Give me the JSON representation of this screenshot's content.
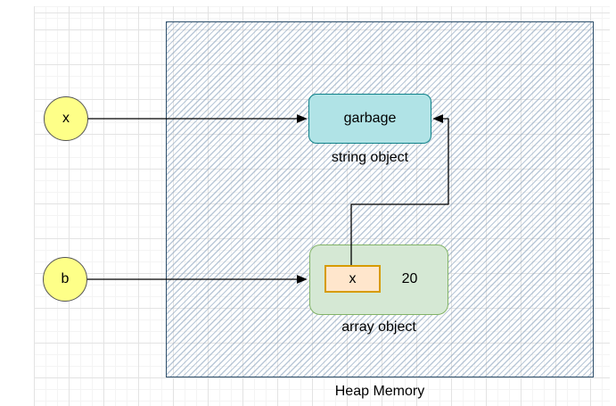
{
  "diagram": {
    "var_x": {
      "label": "x",
      "fill": "#FEFF88",
      "stroke": "#555555"
    },
    "var_b": {
      "label": "b",
      "fill": "#FEFF88",
      "stroke": "#555555"
    },
    "garbage": {
      "label": "garbage",
      "caption": "string object",
      "fill": "#B0E3E6",
      "stroke": "#0E8088"
    },
    "array": {
      "caption": "array object",
      "cell_label": "x",
      "cell_value": "20",
      "fill": "#D5E8D4",
      "stroke": "#82B366",
      "cell_fill": "#FFE6CC",
      "cell_stroke": "#D79B00"
    },
    "heap": {
      "caption": "Heap Memory",
      "stroke": "#2E4F6B",
      "hatch_color": "#819CB8",
      "fill_pattern": "hachure"
    },
    "edges": [
      {
        "from": "x",
        "to": "garbage"
      },
      {
        "from": "b",
        "to": "array object"
      },
      {
        "from": "array cell x",
        "to": "garbage"
      }
    ],
    "edge_color": "#000000",
    "grid": {
      "visible": true,
      "minor_color": "#F4F4F4",
      "major_color": "#E3E3E3"
    }
  }
}
